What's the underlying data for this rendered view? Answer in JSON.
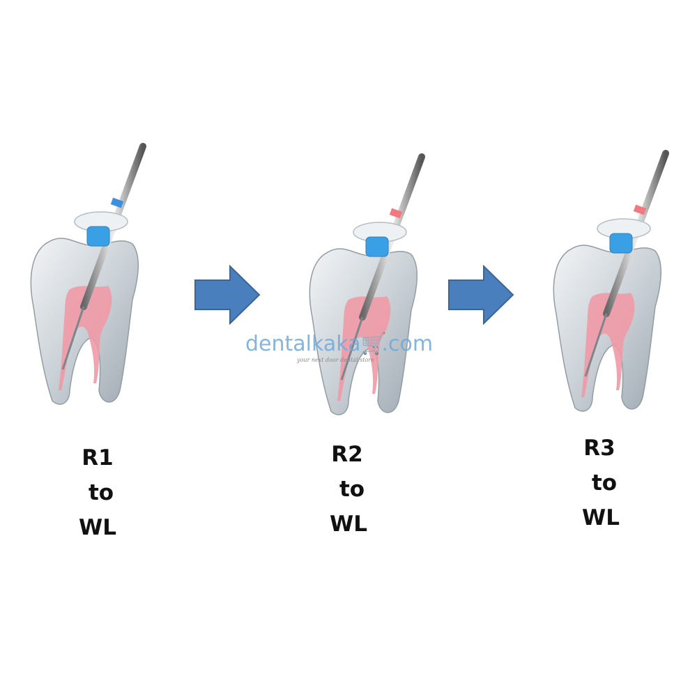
{
  "steps": [
    {
      "file": "R1",
      "to": "to",
      "target": "WL",
      "band_color": "#3b8fe0"
    },
    {
      "file": "R2",
      "to": "to",
      "target": "WL",
      "band_color": "#f07a80"
    },
    {
      "file": "R3",
      "to": "to",
      "target": "WL",
      "band_color": "#f07a80"
    }
  ],
  "colors": {
    "arrow": "#4a7fbd",
    "arrow_stroke": "#3a659a",
    "canal": "#f09aa6",
    "stopper": "#39a0e6",
    "watermark": "#6fa9d8"
  },
  "watermark": {
    "brand": "dentalkaka",
    "suffix": ".com",
    "tagline": "your next door dental store"
  }
}
